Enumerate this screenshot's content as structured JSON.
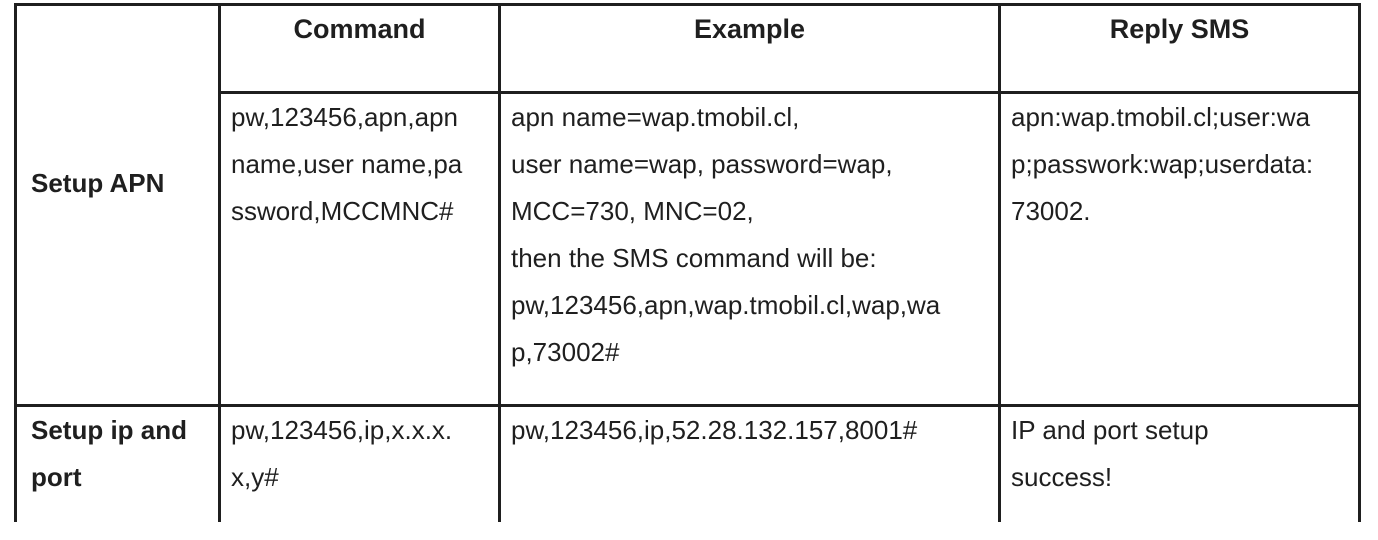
{
  "colors": {
    "border": "#1f1f1f",
    "text": "#1f1f1f",
    "page_background": "#ffffff"
  },
  "table": {
    "headers": {
      "command": "Command",
      "example": "Example",
      "reply_sms": "Reply SMS"
    },
    "rows": [
      {
        "label": "Setup APN",
        "command_lines": [
          "pw,123456,apn,apn",
          "name,user name,pa",
          "ssword,MCCMNC#"
        ],
        "example_lines": [
          "apn name=wap.tmobil.cl,",
          "user name=wap, password=wap,",
          "MCC=730, MNC=02,",
          "then the SMS command will be:",
          "pw,123456,apn,wap.tmobil.cl,wap,wa",
          "p,73002#"
        ],
        "reply_lines": [
          "apn:wap.tmobil.cl;user:wa",
          "p;passwork:wap;userdata:",
          "73002."
        ]
      },
      {
        "label_lines": [
          "Setup ip and",
          "port"
        ],
        "command_lines": [
          "pw,123456,ip,x.x.x.",
          "x,y#"
        ],
        "example_lines": [
          "pw,123456,ip,52.28.132.157,8001#"
        ],
        "reply_lines": [
          "IP and port setup",
          "success!"
        ]
      }
    ]
  }
}
